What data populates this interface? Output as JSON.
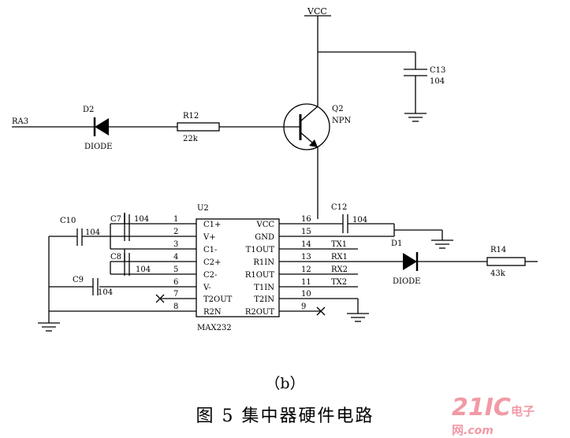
{
  "labels": {
    "vcc": "VCC",
    "c13_name": "C13",
    "c13_value": "104",
    "q2_name": "Q2",
    "q2_type": "NPN",
    "ra3": "RA3",
    "d2_name": "D2",
    "d2_type": "DIODE",
    "r12_name": "R12",
    "r12_value": "22k",
    "u2": "U2",
    "c10_name": "C10",
    "c10_value": "104",
    "c7_name": "C7",
    "c7_value": "104",
    "c8_name": "C8",
    "c8_value": "104",
    "c9_name": "C9",
    "c9_value": "104",
    "c12_name": "C12",
    "c12_value": "104",
    "d1_name": "D1",
    "d1_type": "DIODE",
    "r14_name": "R14",
    "r14_value": "43k",
    "max232": "MAX232"
  },
  "ic_pins": [
    {
      "num": "1",
      "name": "C1+"
    },
    {
      "num": "2",
      "name": "V+"
    },
    {
      "num": "3",
      "name": "C1-"
    },
    {
      "num": "4",
      "name": "C2+"
    },
    {
      "num": "5",
      "name": "C2-"
    },
    {
      "num": "6",
      "name": "V-"
    },
    {
      "num": "7",
      "name": "T2OUT"
    },
    {
      "num": "8",
      "name": "R2N"
    },
    {
      "num": "16",
      "name": "VCC"
    },
    {
      "num": "15",
      "name": "GND"
    },
    {
      "num": "14",
      "name": "T1OUT"
    },
    {
      "num": "13",
      "name": "R1IN"
    },
    {
      "num": "12",
      "name": "R1OUT"
    },
    {
      "num": "11",
      "name": "T1IN"
    },
    {
      "num": "10",
      "name": "T2IN"
    },
    {
      "num": "9",
      "name": "R2OUT"
    }
  ],
  "nets": [
    "TX1",
    "RX1",
    "RX2",
    "TX2"
  ],
  "caption": {
    "subfigure": "（b）",
    "figure": "图 5   集中器硬件电路"
  },
  "watermark": {
    "main": "21IC",
    "cn": "电子网",
    "domain": ".com"
  }
}
